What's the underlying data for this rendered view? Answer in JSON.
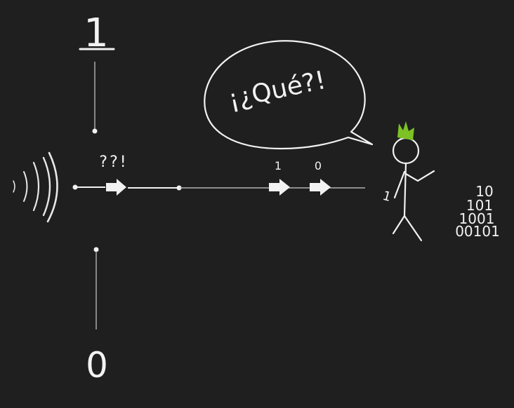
{
  "labels": {
    "top_value": "1",
    "bottom_value": "0",
    "confused": "??!",
    "speech": "¡¿Qué?!",
    "arrow_bit_1": "1",
    "arrow_bit_2": "0",
    "person_side": "1"
  },
  "binary_pile": [
    "10",
    "101",
    "1001",
    "00101"
  ],
  "colors": {
    "background": "#1f1f1f",
    "stroke": "#f2f2f2",
    "hair": "#7cc225"
  }
}
